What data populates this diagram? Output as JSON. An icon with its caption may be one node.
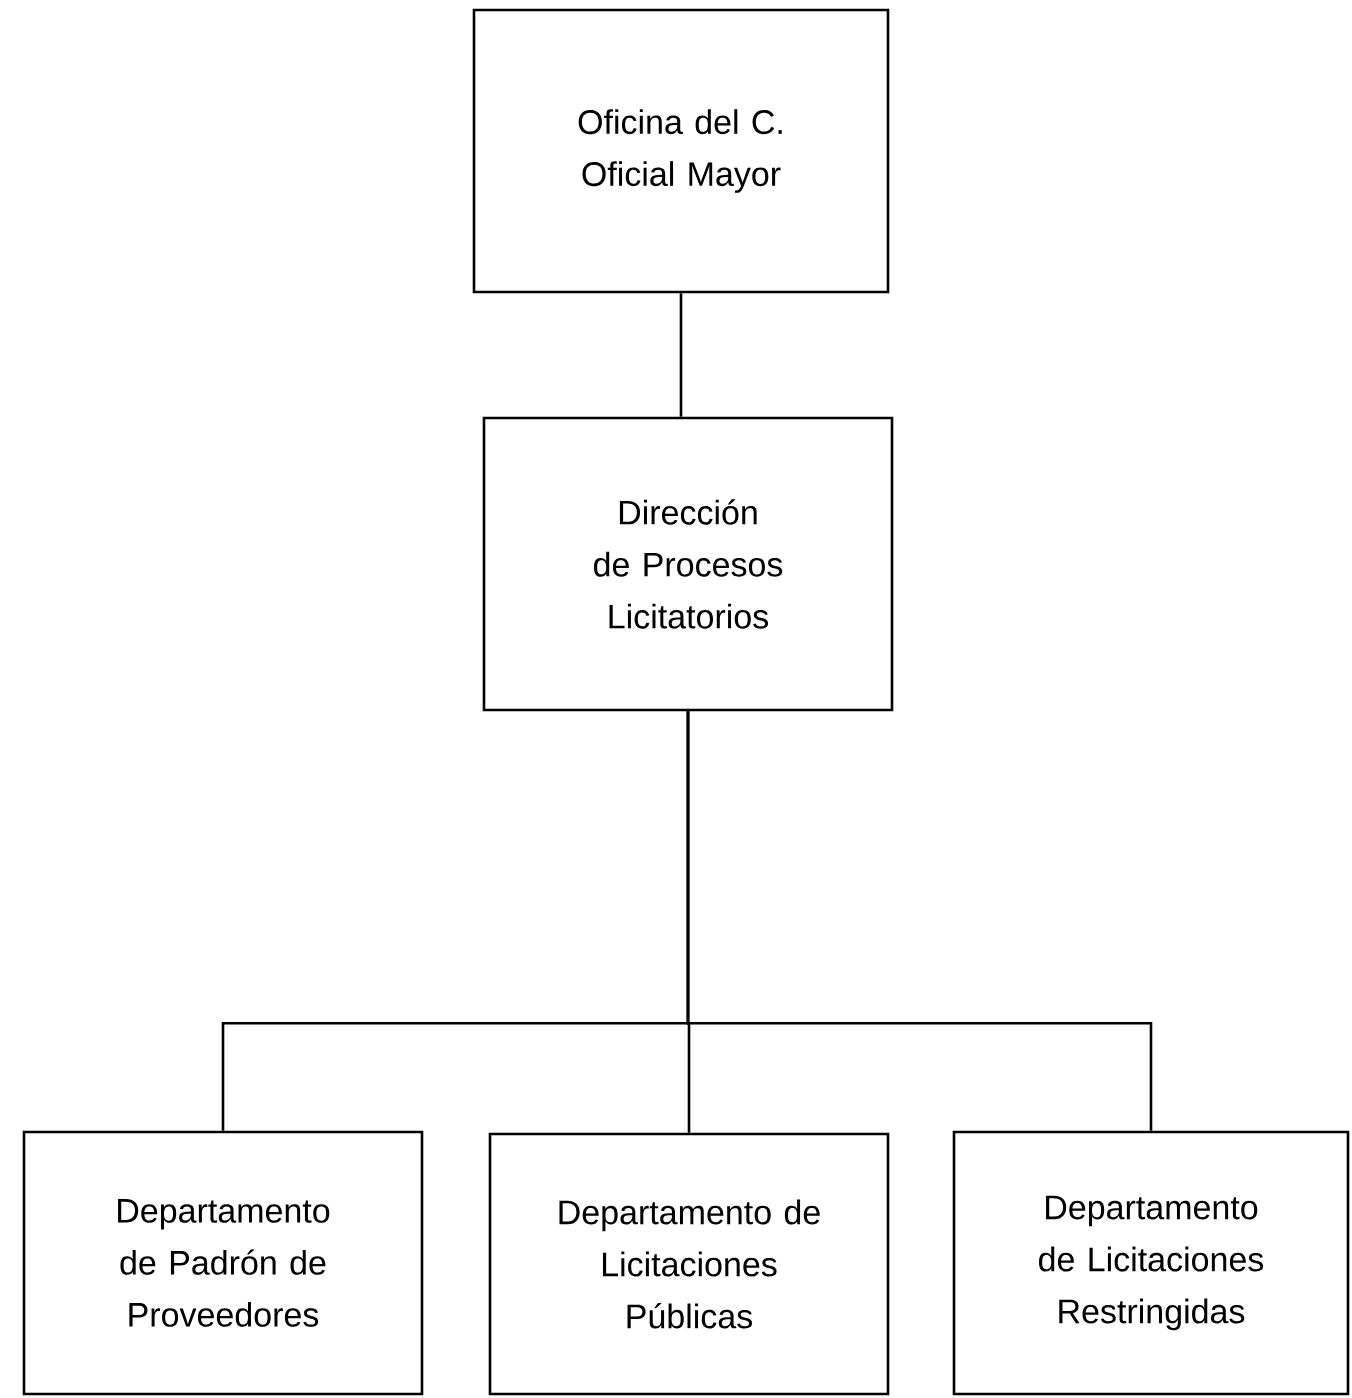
{
  "diagram": {
    "nodes": [
      {
        "text": [
          "Oficina del C. Oficial Mayor"
        ]
      },
      {
        "text": [
          "Dirección de Procesos Licitatorios"
        ]
      },
      {
        "text": [
          "Departamento de Padrón de Proveedores"
        ]
      },
      {
        "text": [
          "Departamento de Licitaciones Públicas"
        ]
      },
      {
        "text": [
          "Departamento de Licitaciones Restringidas"
        ]
      }
    ],
    "edges": [
      {
        "from": 0,
        "to": 1,
        "arrow": "none"
      },
      {
        "from": 1,
        "to": 2,
        "arrow": "none"
      },
      {
        "from": 1,
        "to": 3,
        "arrow": "none"
      },
      {
        "from": 1,
        "to": 4,
        "arrow": "none"
      }
    ]
  }
}
